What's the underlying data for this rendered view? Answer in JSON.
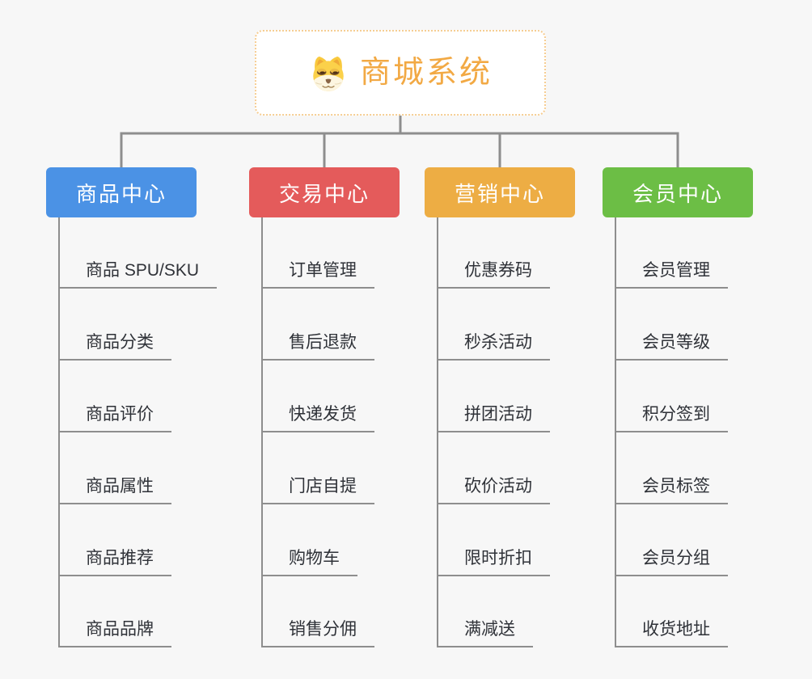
{
  "root": {
    "title": "商城系统",
    "icon": "doge-icon"
  },
  "branches": [
    {
      "id": "product-center",
      "label": "商品中心",
      "color": "#4b92e5",
      "children": [
        "商品 SPU/SKU",
        "商品分类",
        "商品评价",
        "商品属性",
        "商品推荐",
        "商品品牌"
      ]
    },
    {
      "id": "trade-center",
      "label": "交易中心",
      "color": "#e45b5b",
      "children": [
        "订单管理",
        "售后退款",
        "快递发货",
        "门店自提",
        "购物车",
        "销售分佣"
      ]
    },
    {
      "id": "marketing-center",
      "label": "营销中心",
      "color": "#edad44",
      "children": [
        "优惠券码",
        "秒杀活动",
        "拼团活动",
        "砍价活动",
        "限时折扣",
        "满减送"
      ]
    },
    {
      "id": "member-center",
      "label": "会员中心",
      "color": "#6cbe45",
      "children": [
        "会员管理",
        "会员等级",
        "积分签到",
        "会员标签",
        "会员分组",
        "收货地址"
      ]
    }
  ],
  "colors": {
    "background": "#f7f7f7",
    "root_title": "#f2a944",
    "root_border": "#f6cd92",
    "connector": "#8e8e8e",
    "child_text": "#2f3238"
  }
}
